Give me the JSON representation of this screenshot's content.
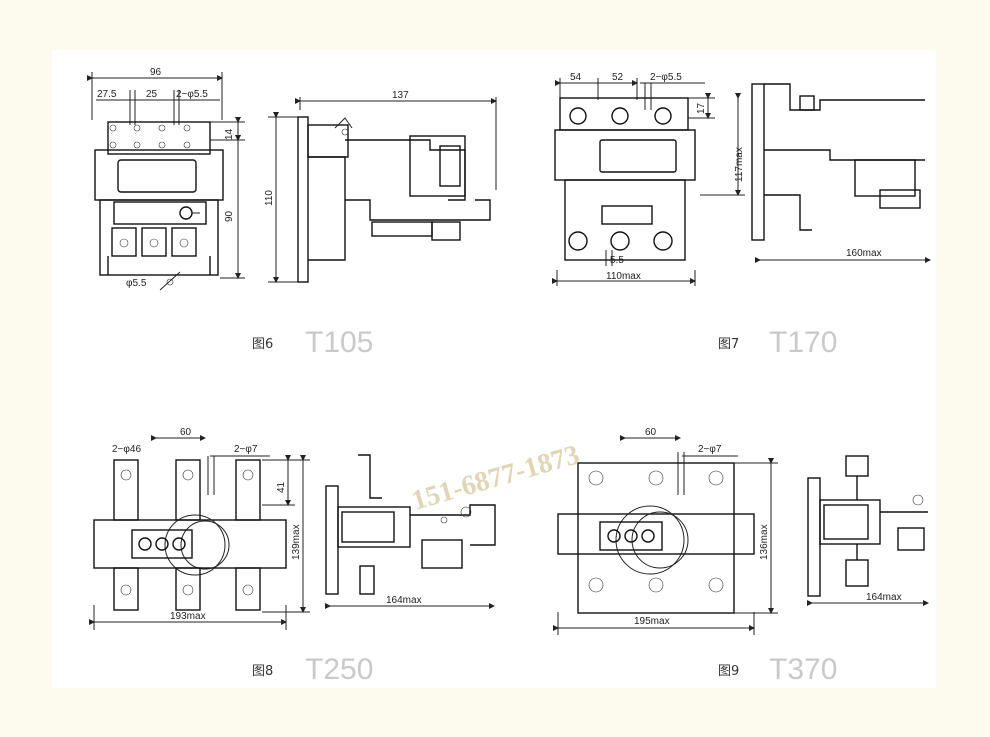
{
  "figures": [
    {
      "caption": "图6",
      "model": "T105",
      "dims": [
        "96",
        "27.5",
        "25",
        "2−φ5.5",
        "14",
        "90",
        "φ5.5",
        "110",
        "137"
      ]
    },
    {
      "caption": "图7",
      "model": "T170",
      "dims": [
        "54",
        "52",
        "2−φ5.5",
        "17",
        "117max",
        "5.5",
        "110max",
        "160max"
      ]
    },
    {
      "caption": "图8",
      "model": "T250",
      "dims": [
        "2−φ46",
        "60",
        "2−φ7",
        "41",
        "139max",
        "193max",
        "164max"
      ]
    },
    {
      "caption": "图9",
      "model": "T370",
      "dims": [
        "60",
        "2−φ7",
        "136max",
        "195max",
        "164max"
      ]
    }
  ],
  "watermark": "151-6877-1873"
}
